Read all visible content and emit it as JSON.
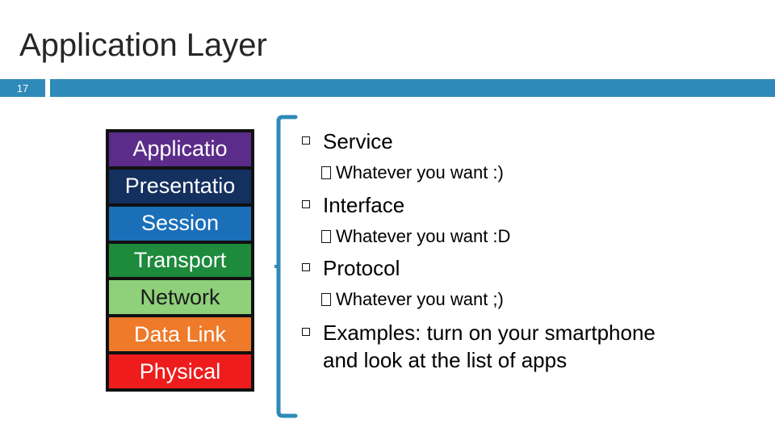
{
  "slide": {
    "title": "Application Layer",
    "number": "17"
  },
  "osi_stack": [
    {
      "label": "Applicatio",
      "bg": "#5b2c8a",
      "fg": "#ffffff"
    },
    {
      "label": "Presentatio",
      "bg": "#14305f",
      "fg": "#ffffff"
    },
    {
      "label": "Session",
      "bg": "#1a6fb8",
      "fg": "#ffffff"
    },
    {
      "label": "Transport",
      "bg": "#1d8a3c",
      "fg": "#ffffff"
    },
    {
      "label": "Network",
      "bg": "#8fd07a",
      "fg": "#1a1a1a"
    },
    {
      "label": "Data Link",
      "bg": "#ee7a2a",
      "fg": "#ffffff"
    },
    {
      "label": "Physical",
      "bg": "#ee1c1c",
      "fg": "#ffffff"
    }
  ],
  "bullets": [
    {
      "text": "Service",
      "sub": "Whatever you want :)"
    },
    {
      "text": "Interface",
      "sub": "Whatever you want :D"
    },
    {
      "text": "Protocol",
      "sub": "Whatever you want ;)"
    },
    {
      "text": "Examples: turn on your smartphone and look at the list of apps",
      "sub": null
    }
  ],
  "colors": {
    "accent": "#2e8ab8",
    "bracket": "#2e8ab8"
  }
}
